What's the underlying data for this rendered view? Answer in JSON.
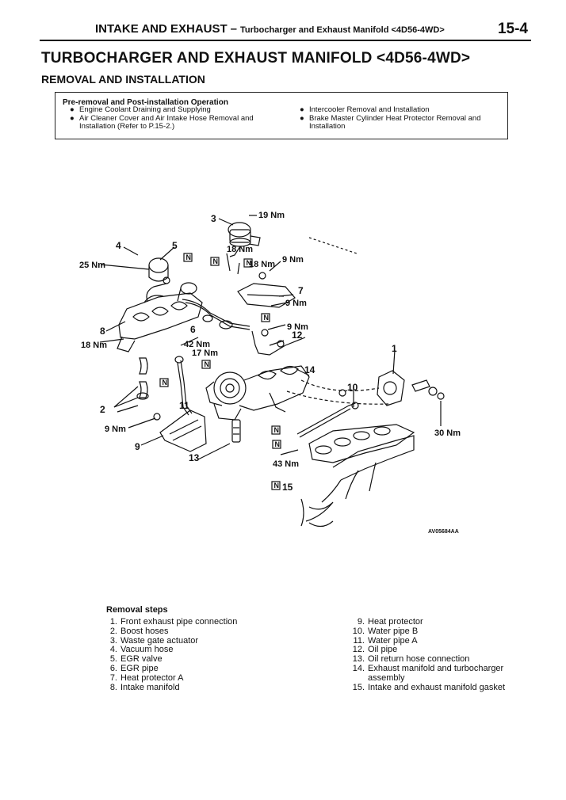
{
  "header": {
    "section": "INTAKE AND EXHAUST",
    "dash": "–",
    "subsection": "Turbocharger and Exhaust Manifold <4D56-4WD>",
    "page": "15-4"
  },
  "title": "TURBOCHARGER AND EXHAUST MANIFOLD <4D56-4WD>",
  "subtitle": "REMOVAL AND INSTALLATION",
  "box": {
    "heading": "Pre-removal and Post-installation Operation",
    "left": [
      "Engine Coolant Draining and Supplying",
      "Air Cleaner Cover and Air Intake Hose Removal and",
      "Installation (Refer to P.15-2.)"
    ],
    "right": [
      "Intercooler Removal and Installation",
      "Brake Master Cylinder Heat Protector Removal and",
      "Installation"
    ],
    "bullet": "●"
  },
  "diagram": {
    "torques": [
      "19 Nm",
      "18 Nm",
      "18 Nm",
      "9 Nm",
      "25 Nm",
      "9 Nm",
      "9 Nm",
      "42 Nm",
      "17 Nm",
      "18 Nm",
      "9 Nm",
      "30 Nm",
      "43 Nm"
    ],
    "callouts": [
      "3",
      "4",
      "5",
      "7",
      "8",
      "6",
      "12",
      "1",
      "14",
      "10",
      "2",
      "11",
      "9",
      "13",
      "15"
    ],
    "n_mark": "N",
    "code": "AV05684AA"
  },
  "steps": {
    "heading": "Removal steps",
    "left": [
      {
        "n": "1.",
        "t": "Front exhaust pipe connection"
      },
      {
        "n": "2.",
        "t": "Boost hoses"
      },
      {
        "n": "3.",
        "t": "Waste gate actuator"
      },
      {
        "n": "4.",
        "t": "Vacuum hose"
      },
      {
        "n": "5.",
        "t": "EGR valve"
      },
      {
        "n": "6.",
        "t": "EGR pipe"
      },
      {
        "n": "7.",
        "t": "Heat protector A"
      },
      {
        "n": "8.",
        "t": "Intake manifold"
      }
    ],
    "right": [
      {
        "n": "9.",
        "t": "Heat protector"
      },
      {
        "n": "10.",
        "t": "Water pipe B"
      },
      {
        "n": "11.",
        "t": "Water pipe A"
      },
      {
        "n": "12.",
        "t": "Oil pipe"
      },
      {
        "n": "13.",
        "t": "Oil return hose connection"
      },
      {
        "n": "14.",
        "t": "Exhaust manifold and turbocharger"
      },
      {
        "n": "",
        "t": "assembly"
      },
      {
        "n": "15.",
        "t": "Intake and exhaust manifold gasket"
      }
    ]
  }
}
